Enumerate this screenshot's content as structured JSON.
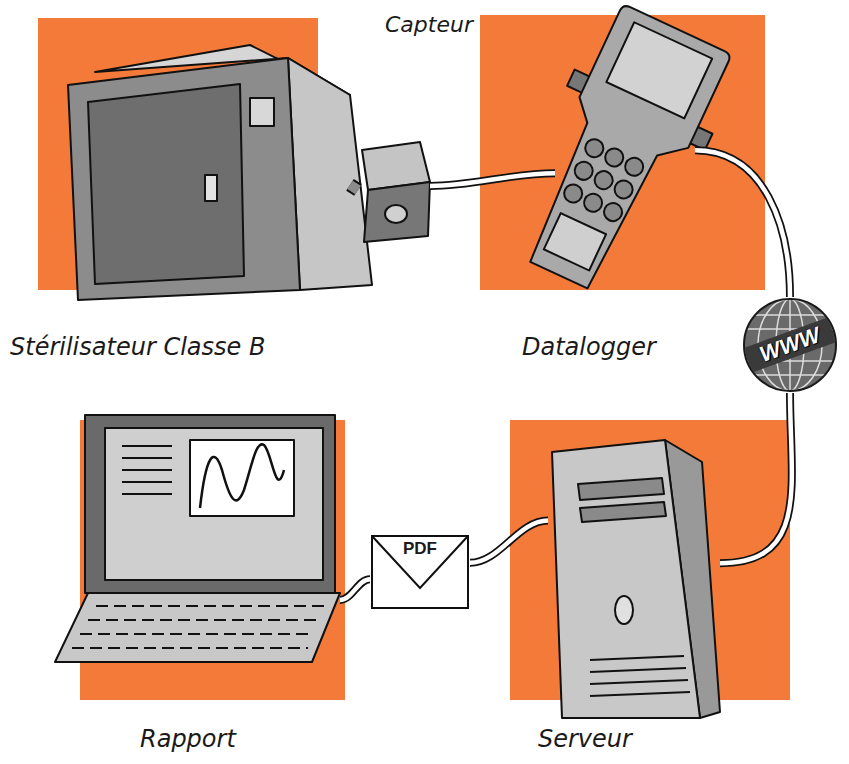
{
  "diagram": {
    "nodes": [
      {
        "text": [
          "Stérilisateur Classe B"
        ]
      },
      {
        "text": [
          "Capteur"
        ]
      },
      {
        "text": [
          "Datalogger"
        ]
      },
      {
        "text": [
          "WWW"
        ]
      },
      {
        "text": [
          "Serveur"
        ]
      },
      {
        "text": [
          "PDF"
        ]
      },
      {
        "text": [
          "Rapport"
        ]
      }
    ],
    "edges": [
      {
        "from": 0,
        "to": 1,
        "arrow": "none"
      },
      {
        "from": 1,
        "to": 2,
        "arrow": "none"
      },
      {
        "from": 2,
        "to": 3,
        "arrow": "none"
      },
      {
        "from": 3,
        "to": 4,
        "arrow": "none"
      },
      {
        "from": 4,
        "to": 5,
        "arrow": "none"
      },
      {
        "from": 5,
        "to": 6,
        "arrow": "none"
      }
    ]
  }
}
